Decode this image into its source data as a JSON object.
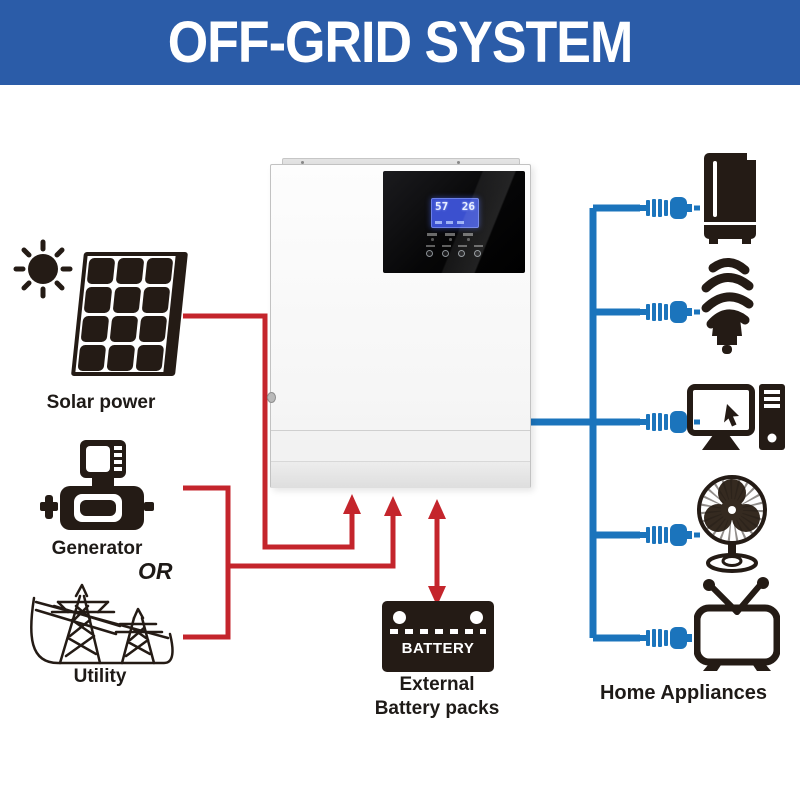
{
  "header": {
    "title": "OFF-GRID SYSTEM"
  },
  "colors": {
    "header_bg": "#2b5ca8",
    "source_line": "#c4252c",
    "load_line": "#1b74bc",
    "icon_ink": "#241b15"
  },
  "sources": [
    {
      "name": "solar-power",
      "label": "Solar power"
    },
    {
      "name": "generator",
      "label": "Generator"
    },
    {
      "name": "utility",
      "label": "Utility"
    }
  ],
  "or_label": "OR",
  "inverter": {
    "name": "hybrid-inverter",
    "display": {
      "left_value": "57",
      "right_value": "26"
    }
  },
  "battery": {
    "icon_label": "BATTERY",
    "label_line1": "External",
    "label_line2": "Battery packs"
  },
  "appliances": {
    "label": "Home Appliances",
    "items": [
      "refrigerator",
      "cfl-bulb",
      "desktop-computer",
      "electric-fan",
      "television"
    ]
  }
}
